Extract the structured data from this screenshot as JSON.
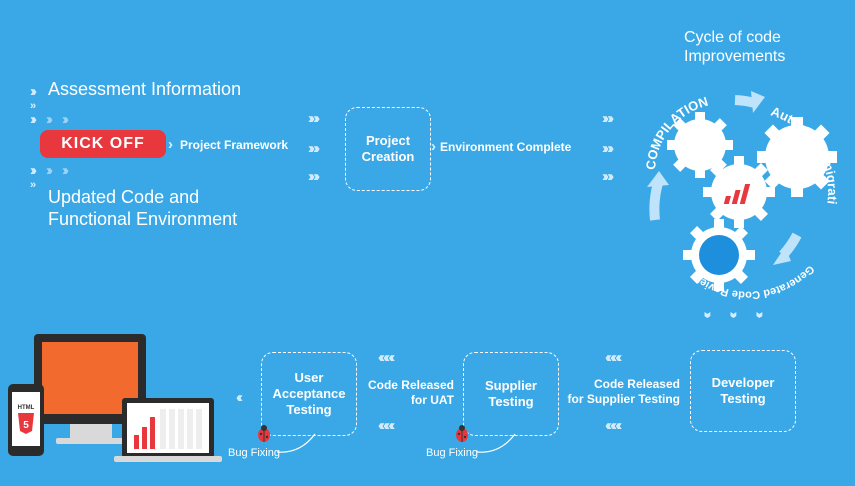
{
  "top": {
    "assessment": "Assessment Information",
    "kickoff": "KICK OFF",
    "project_framework": "Project Framework",
    "updated_code_line1": "Updated Code and",
    "updated_code_line2": "Functional Environment",
    "project_creation_line1": "Project",
    "project_creation_line2": "Creation",
    "environment_complete": "Environment Complete"
  },
  "cycle": {
    "title_line1": "Cycle of  code",
    "title_line2": "Improvements",
    "compilation": "COMPILATION",
    "automated_migration": "Automated migration",
    "generated_code_review": "Generated Code Review"
  },
  "bottom": {
    "developer_line1": "Developer",
    "developer_line2": "Testing",
    "code_released_supplier_line1": "Code Released",
    "code_released_supplier_line2": "for Supplier Testing",
    "supplier_line1": "Supplier",
    "supplier_line2": "Testing",
    "code_released_uat_line1": "Code Released",
    "code_released_uat_line2": "for UAT",
    "uat_line1": "User",
    "uat_line2": "Acceptance",
    "uat_line3": "Testing",
    "bug_fixing_1": "Bug Fixing",
    "bug_fixing_2": "Bug Fixing",
    "html_label": "HTML"
  },
  "colors": {
    "background": "#3aa8e6",
    "kickoff": "#e8383d",
    "monitor_screen": "#f26a2e",
    "chart_red": "#e8383d"
  }
}
